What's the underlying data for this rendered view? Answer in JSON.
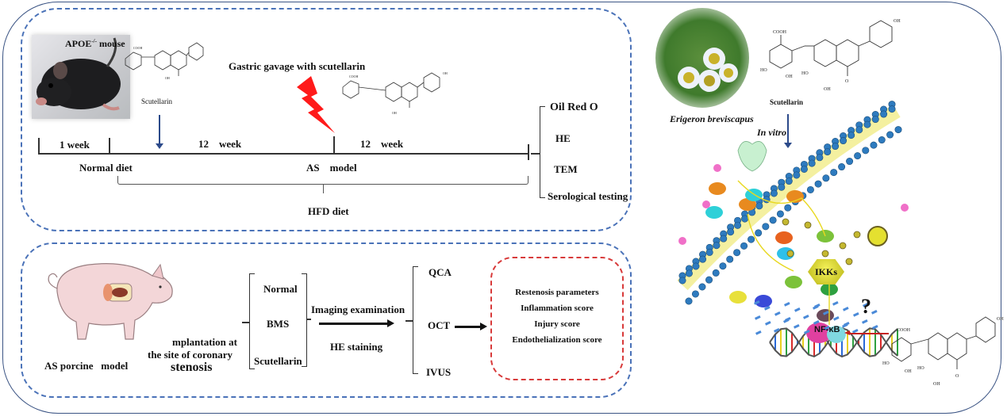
{
  "mouse_panel": {
    "mouse_label": "APOE",
    "mouse_label_sup": "-/-",
    "mouse_label_suffix": "mouse",
    "compound_label": "Scutellarin",
    "gavage_label": "Gastric  gavage with   scutellarin",
    "timeline": {
      "segments": [
        "1 week",
        "12    week",
        "12    week"
      ],
      "below_labels": [
        "Normal diet",
        "AS    model"
      ],
      "brace_label": "HFD diet"
    },
    "outcomes": [
      "Oil Red O",
      "HE",
      "TEM",
      "Serological testing"
    ]
  },
  "porcine_panel": {
    "model_label": "AS porcine   model",
    "implant_lines": [
      "mplantation at",
      "the site of coronary",
      "stenosis"
    ],
    "groups": [
      "Normal",
      "BMS",
      "Scutellarin"
    ],
    "method_top": "Imaging examination",
    "method_bottom": "HE staining",
    "imaging": [
      "QCA",
      "OCT",
      "IVUS"
    ],
    "results": [
      "Restenosis parameters",
      "Inflammation score",
      "Injury score",
      "Endothelialization score"
    ]
  },
  "mechanism_panel": {
    "plant_label": "Erigeron breviscapus",
    "compound_label": "Scutellarin",
    "in_vitro_label": "In vitro",
    "ikk_label": "IKKs",
    "nfkb_label": "NF-κB",
    "question_mark": "?",
    "chem_labels": {
      "cooh": "COOH",
      "oh": "OH",
      "ho": "HO",
      "o": "O"
    }
  },
  "colors": {
    "frame": "#3b5484",
    "dashed_blue": "#4a72b8",
    "dashed_red": "#d83a3a",
    "lightning": "#ff1a1a",
    "membrane_bead": "#2e7bbf",
    "membrane_core": "#f4f0a0"
  }
}
